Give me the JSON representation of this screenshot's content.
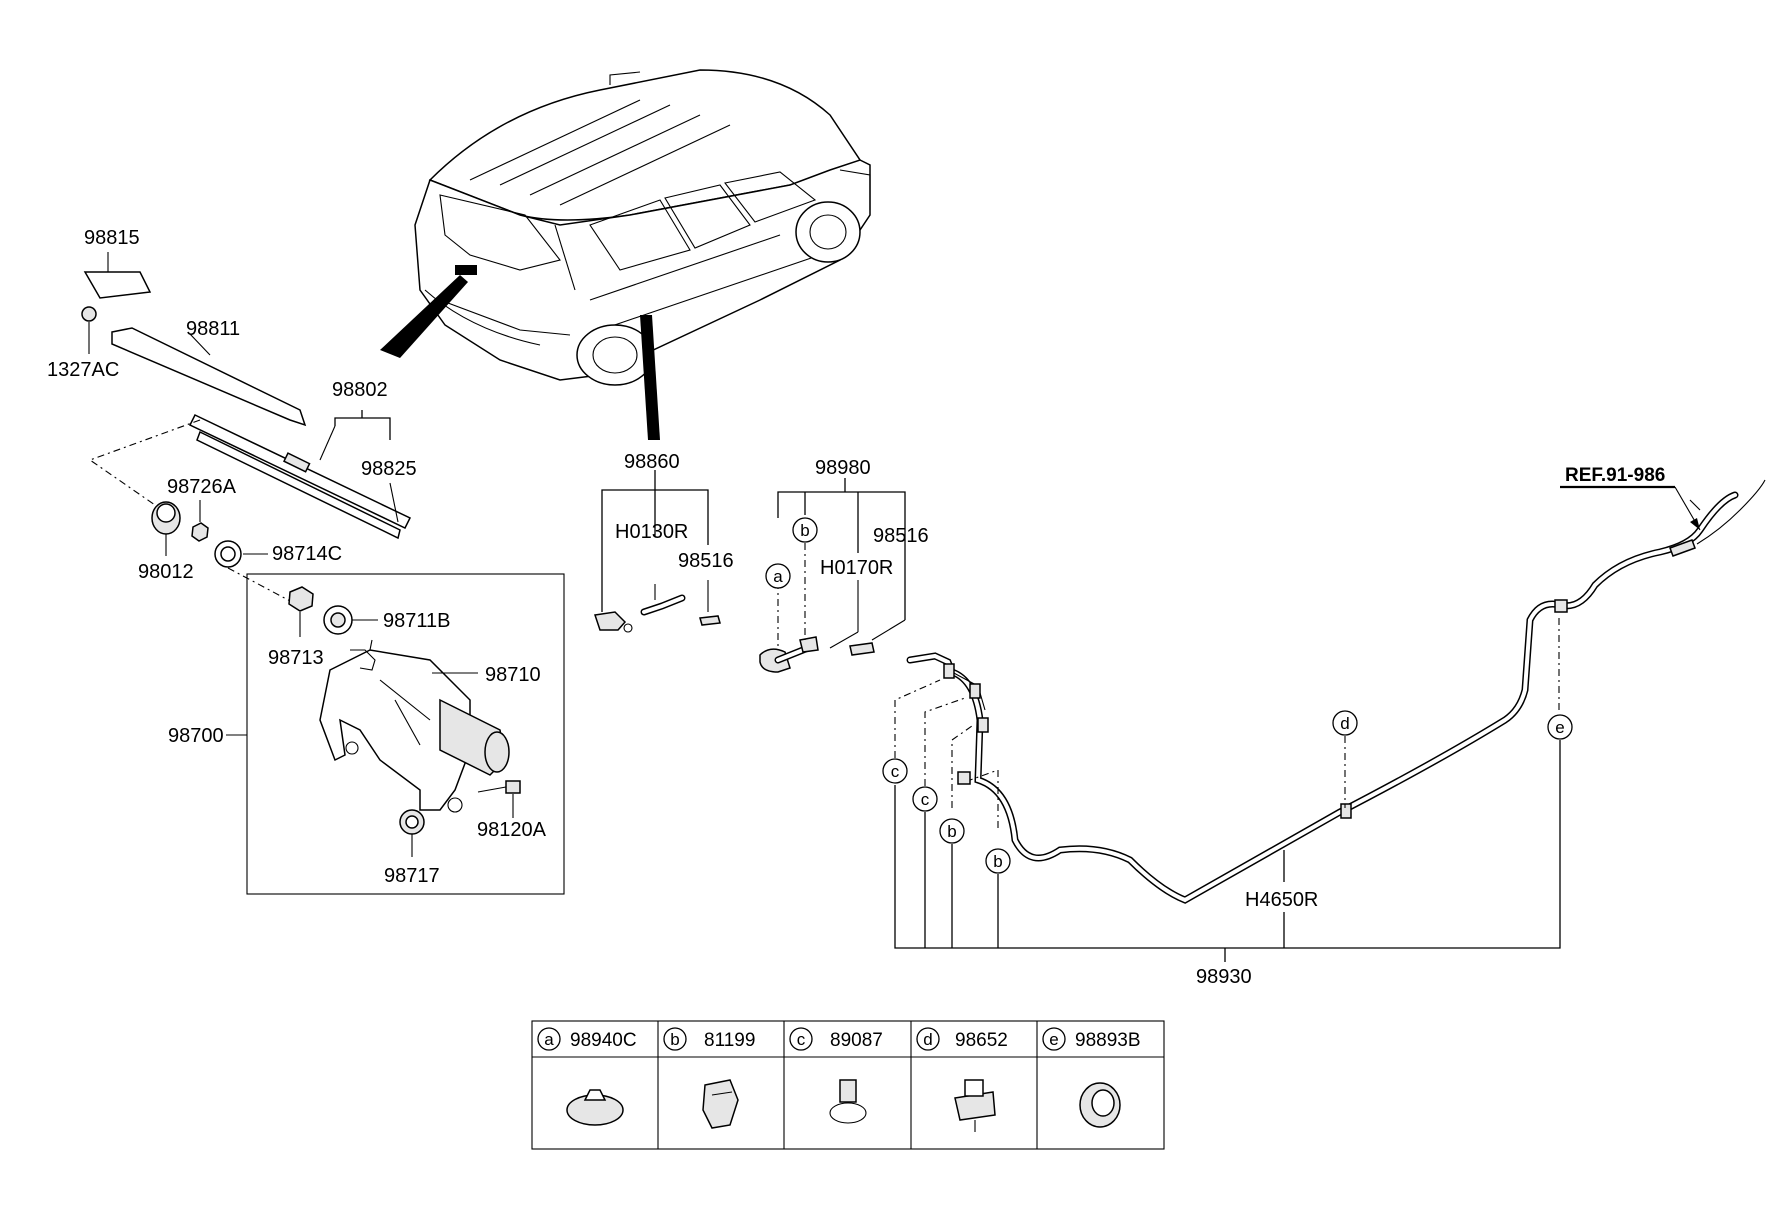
{
  "parts": {
    "p98815": "98815",
    "p1327AC": "1327AC",
    "p98811": "98811",
    "p98802": "98802",
    "p98825": "98825",
    "p98726A": "98726A",
    "p98012": "98012",
    "p98714C": "98714C",
    "p98713": "98713",
    "p98711B": "98711B",
    "p98710": "98710",
    "p98700": "98700",
    "p98120A": "98120A",
    "p98717": "98717",
    "p98860": "98860",
    "pH0130R": "H0130R",
    "p98516a": "98516",
    "p98980": "98980",
    "p98516b": "98516",
    "pH0170R": "H0170R",
    "pH4650R": "H4650R",
    "p98930": "98930",
    "ref": "REF.91-986"
  },
  "callouts": {
    "a": "a",
    "b": "b",
    "c": "c",
    "d": "d",
    "e": "e"
  },
  "legend": [
    {
      "letter": "a",
      "part": "98940C"
    },
    {
      "letter": "b",
      "part": "81199"
    },
    {
      "letter": "c",
      "part": "89087"
    },
    {
      "letter": "d",
      "part": "98652"
    },
    {
      "letter": "e",
      "part": "98893B"
    }
  ]
}
